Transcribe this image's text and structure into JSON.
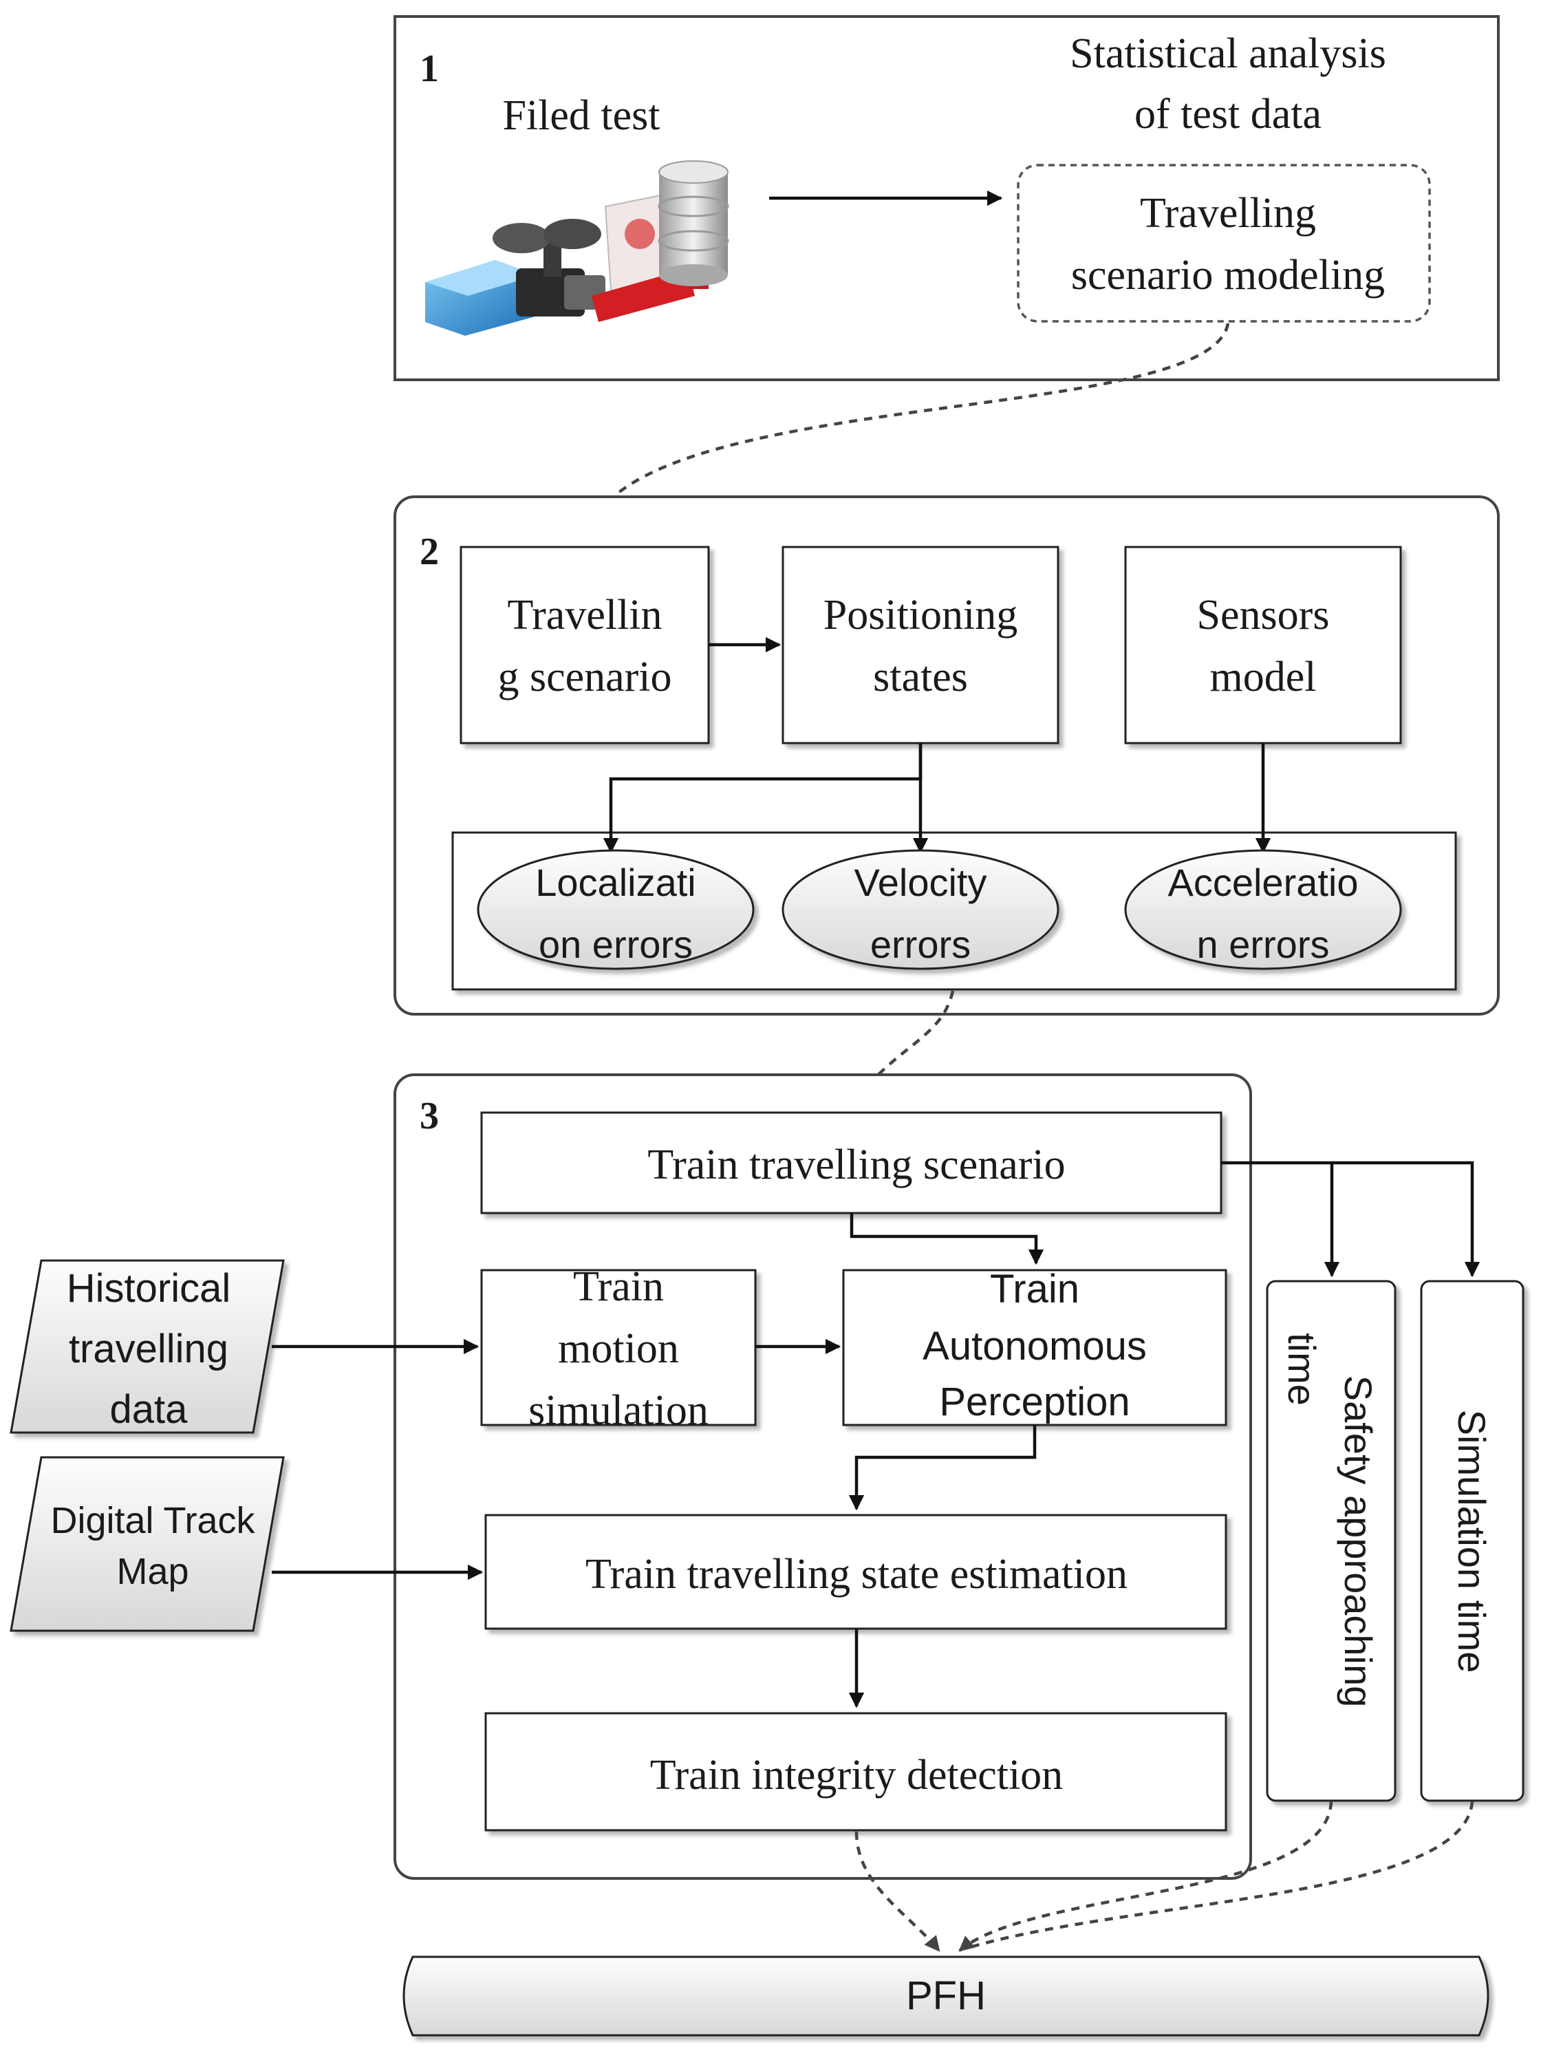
{
  "panel1": {
    "number": "1",
    "field_test": "Filed test",
    "stat_line1": "Statistical analysis",
    "stat_line2": "of test data",
    "model_line1": "Travelling",
    "model_line2": "scenario modeling"
  },
  "panel2": {
    "number": "2",
    "travelling_line1": "Travellin",
    "travelling_line2": "g scenario",
    "positioning_line1": "Positioning",
    "positioning_line2": "states",
    "sensors_line1": "Sensors",
    "sensors_line2": "model",
    "loc_line1": "Localizati",
    "loc_line2": "on errors",
    "vel_line1": "Velocity",
    "vel_line2": "errors",
    "acc_line1": "Acceleratio",
    "acc_line2": "n errors"
  },
  "panel3": {
    "number": "3",
    "scenario": "Train travelling scenario",
    "motion_line1": "Train",
    "motion_line2": "motion",
    "motion_line3": "simulation",
    "perception_line1": "Train",
    "perception_line2": "Autonomous",
    "perception_line3": "Perception",
    "estimation": "Train travelling state estimation",
    "integrity": "Train integrity detection"
  },
  "inputs": {
    "historical_line1": "Historical",
    "historical_line2": "travelling",
    "historical_line3": "data",
    "map_line1": "Digital Track",
    "map_line2": "Map"
  },
  "side": {
    "safety_line1": "Safety approaching",
    "safety_line2": "time",
    "simulation": "Simulation time"
  },
  "output": {
    "pfh": "PFH"
  },
  "icons": {
    "field_equipment": "test-equipment-icon",
    "database": "database-icon"
  }
}
